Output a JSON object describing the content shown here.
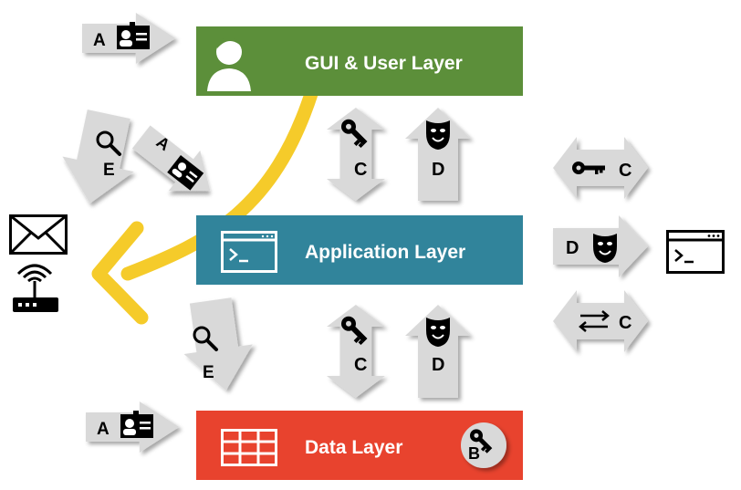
{
  "layers": {
    "gui": {
      "label": "GUI & User Layer"
    },
    "application": {
      "label": "Application Layer"
    },
    "data": {
      "label": "Data Layer"
    }
  },
  "markers": {
    "a": "A",
    "b": "B",
    "c": "C",
    "d": "D",
    "e": "E"
  },
  "colors": {
    "gui": "#5c8f3a",
    "application": "#31849b",
    "data": "#e8432e",
    "arrow": "#d9d9d9",
    "flow_curve": "#f5cb2a"
  }
}
